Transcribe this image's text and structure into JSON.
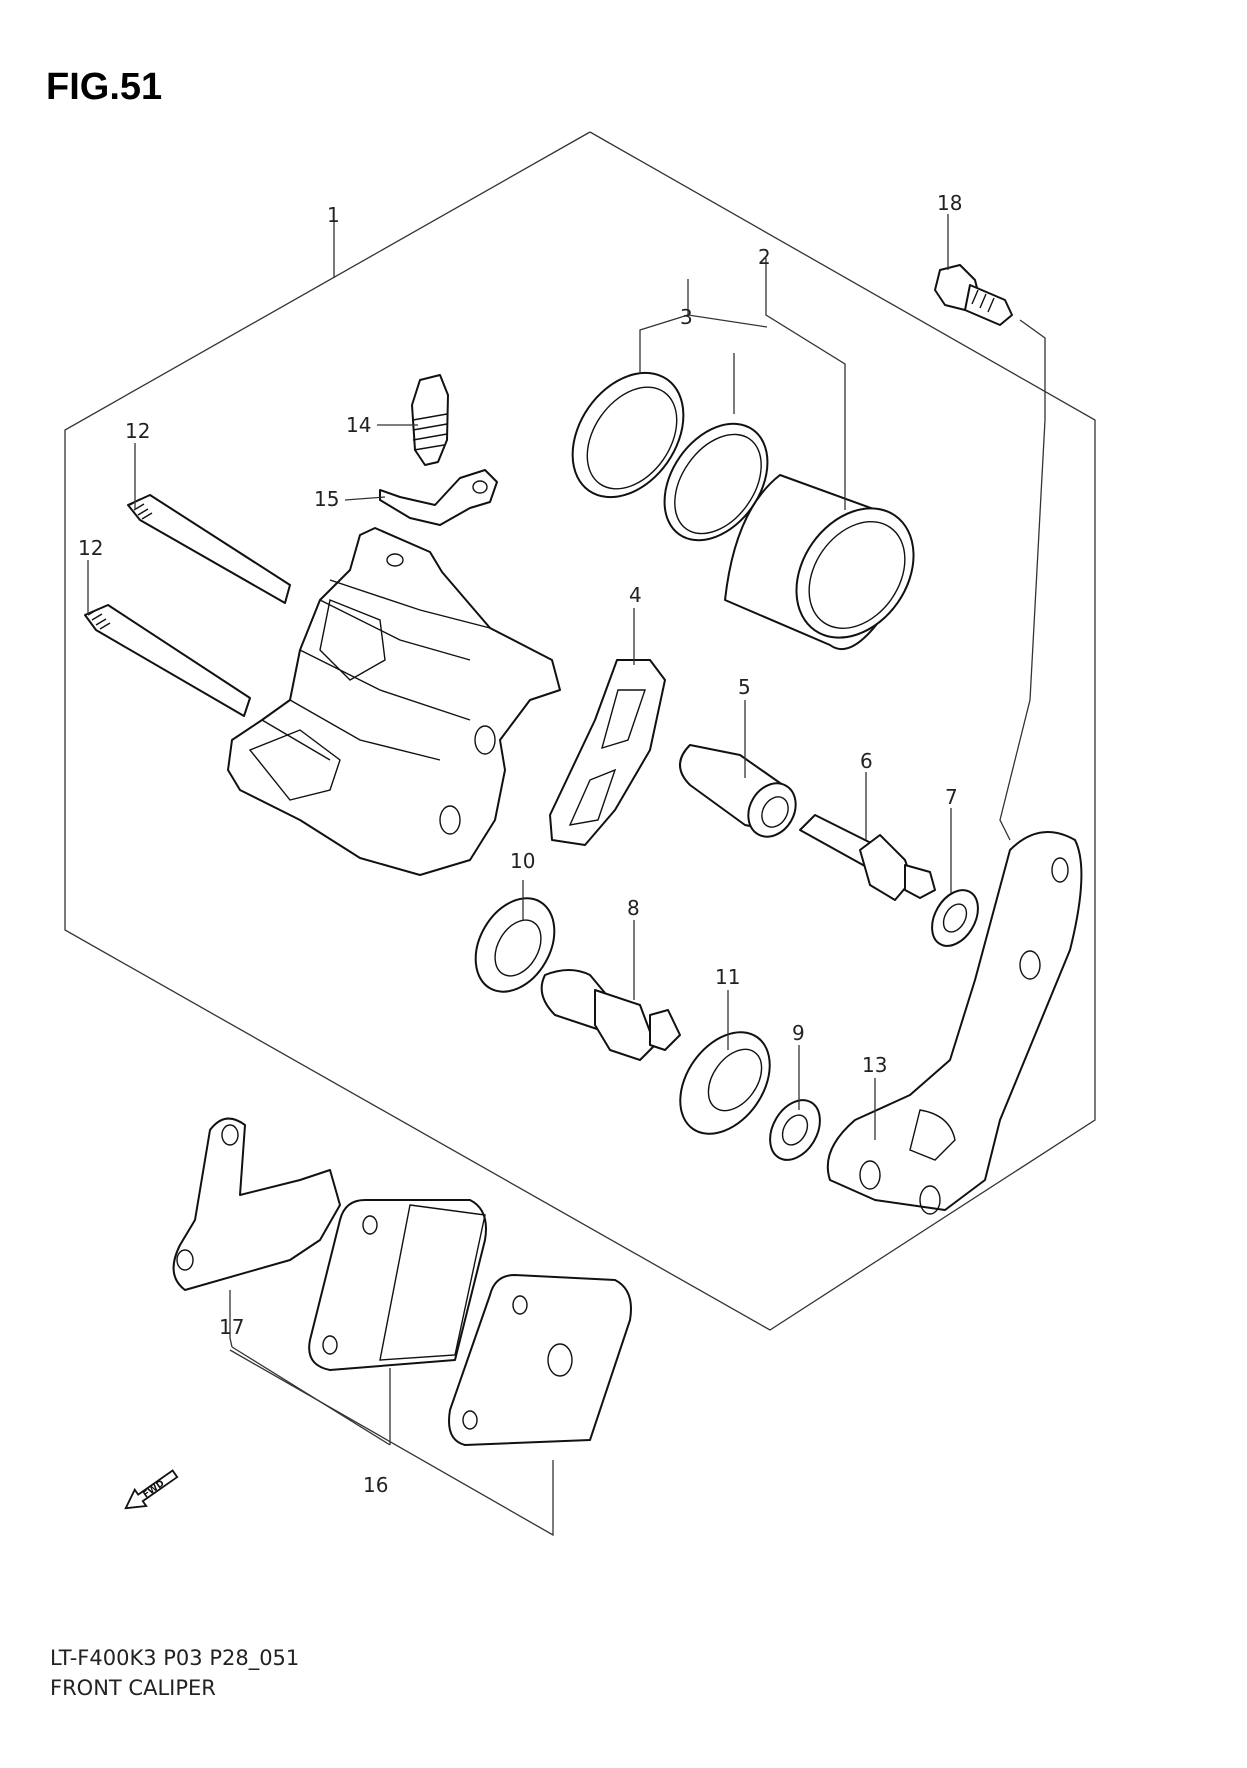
{
  "figure": {
    "title": "FIG.51",
    "diagram_code": "LT-F400K3 P03 P28_051",
    "caption": "FRONT CALIPER",
    "fwd_label": "FWD"
  },
  "callouts": {
    "c1": "1",
    "c2": "2",
    "c3": "3",
    "c4": "4",
    "c5": "5",
    "c6": "6",
    "c7": "7",
    "c8": "8",
    "c9": "9",
    "c10": "10",
    "c11": "11",
    "c12a": "12",
    "c12b": "12",
    "c13": "13",
    "c14": "14",
    "c15": "15",
    "c16": "16",
    "c17": "17",
    "c18": "18"
  }
}
